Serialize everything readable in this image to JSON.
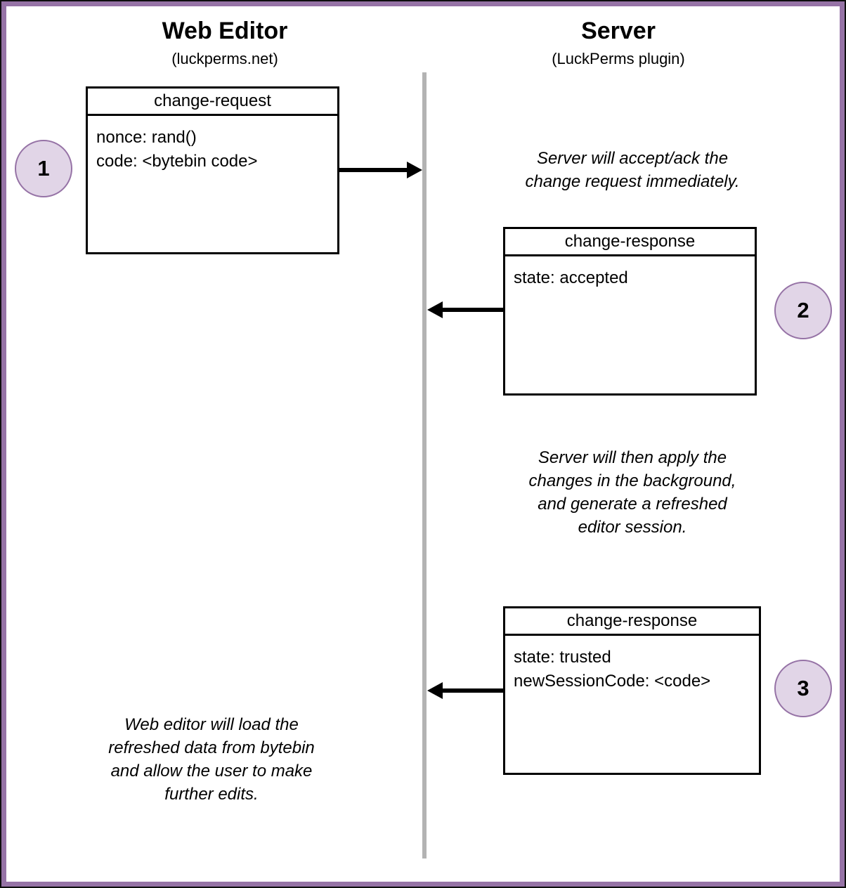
{
  "actors": {
    "web_editor": {
      "title": "Web Editor",
      "subtitle": "(luckperms.net)"
    },
    "server": {
      "title": "Server",
      "subtitle": "(LuckPerms plugin)"
    }
  },
  "messages": {
    "change_request": {
      "title": "change-request",
      "body": "nonce: rand()\ncode: <bytebin code>",
      "step": "1"
    },
    "change_response_accepted": {
      "title": "change-response",
      "body": "state: accepted",
      "step": "2"
    },
    "change_response_trusted": {
      "title": "change-response",
      "body": "state: trusted\nnewSessionCode: <code>",
      "step": "3"
    }
  },
  "annotations": {
    "accept_ack": "Server will accept/ack the\nchange request immediately.",
    "apply_background": "Server will then apply the\nchanges in the background,\nand generate a refreshed\neditor session.",
    "web_editor_reload": "Web editor will load the\nrefreshed data from bytebin\nand allow the user to make\nfurther edits."
  },
  "colors": {
    "frame": "#9673a6",
    "circle_fill": "#e1d5e7",
    "circle_stroke": "#9673a6",
    "lifeline": "#b3b3b3",
    "box_stroke": "#000000"
  }
}
